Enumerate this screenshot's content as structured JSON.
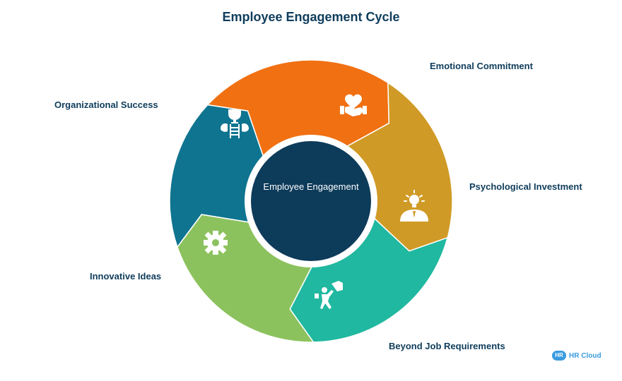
{
  "title": "Employee Engagement Cycle",
  "center_label": "Employee Engagement",
  "segments": [
    {
      "label": "Emotional Commitment",
      "color": "#f07012",
      "icon": "heart-handshake-icon"
    },
    {
      "label": "Psychological Investment",
      "color": "#d09a26",
      "icon": "lightbulb-person-icon"
    },
    {
      "label": "Beyond Job Requirements",
      "color": "#20b8a0",
      "icon": "person-climbing-icon"
    },
    {
      "label": "Innovative Ideas",
      "color": "#8cc25e",
      "icon": "gear-icon"
    },
    {
      "label": "Organizational Success",
      "color": "#0f7490",
      "icon": "trophy-ladder-icon"
    }
  ],
  "center_color": "#0d3b5a",
  "brand": {
    "badge": "HR",
    "name": "HR Cloud"
  }
}
